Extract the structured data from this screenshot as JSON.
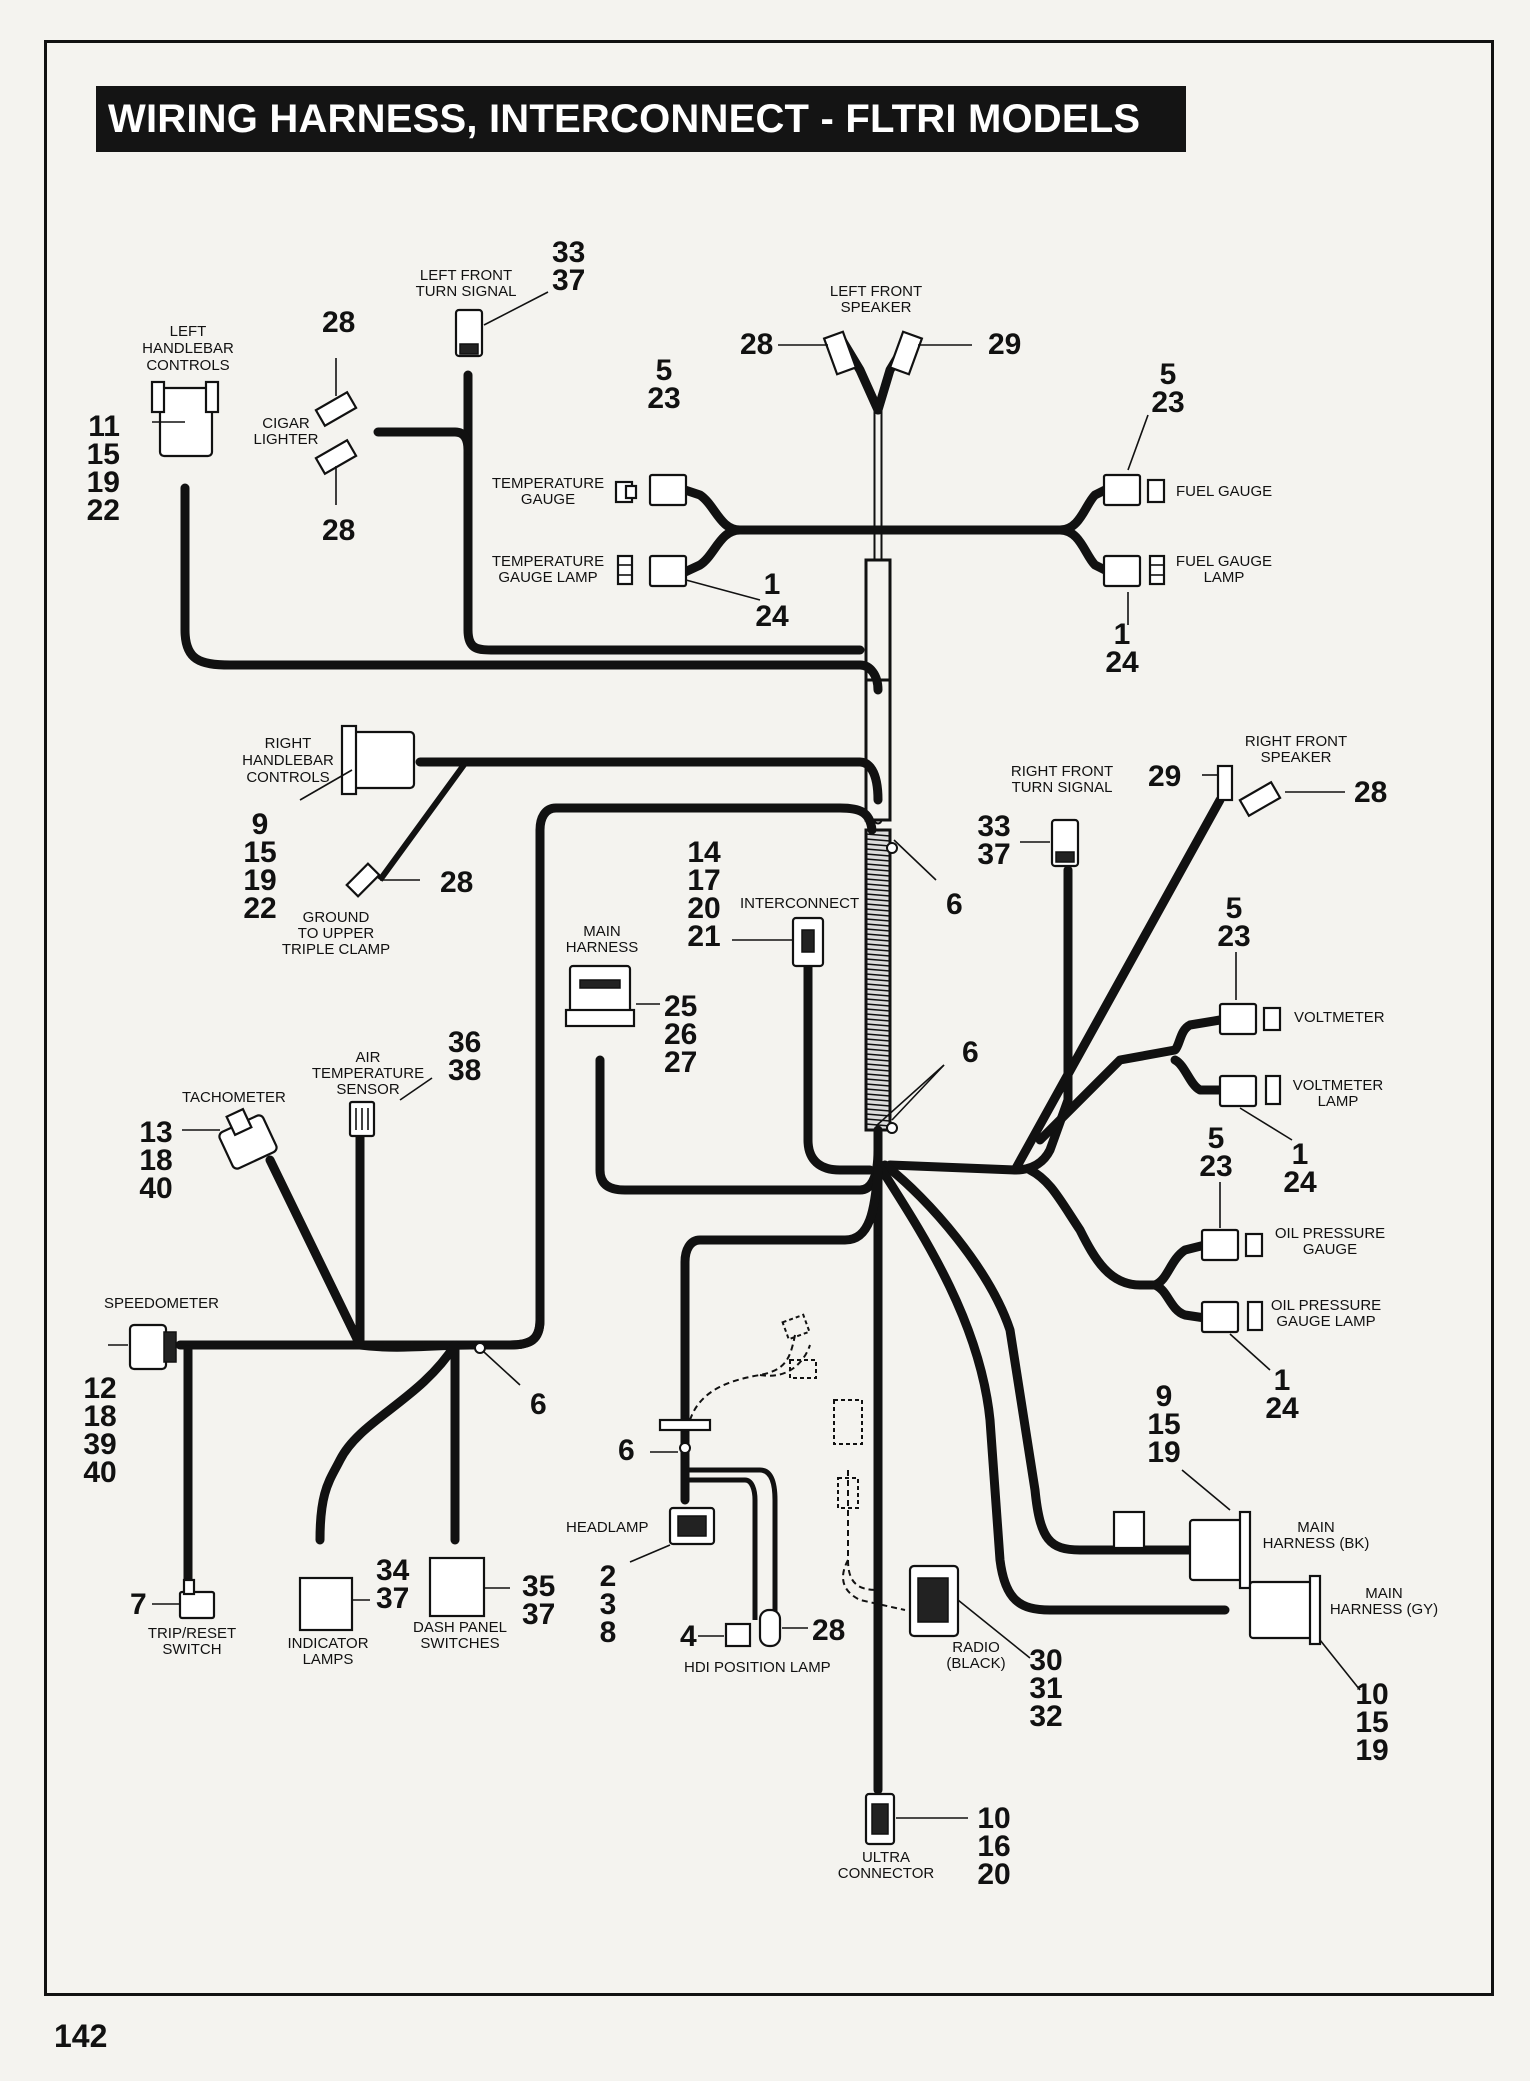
{
  "title": "WIRING HARNESS, INTERCONNECT - FLTRI MODELS",
  "page_number": "142",
  "labels": {
    "left_front_turn_signal": [
      "LEFT FRONT",
      "TURN SIGNAL"
    ],
    "left_front_turn_signal_nums": [
      "33",
      "37"
    ],
    "left_handlebar_controls": [
      "LEFT",
      "HANDLEBAR",
      "CONTROLS"
    ],
    "left_handlebar_nums": [
      "11",
      "15",
      "19",
      "22"
    ],
    "cigar_lighter": [
      "CIGAR",
      "LIGHTER"
    ],
    "cigar_top_num": "28",
    "cigar_bottom_num": "28",
    "left_front_speaker": [
      "LEFT FRONT",
      "SPEAKER"
    ],
    "left_speaker_left_num": "28",
    "left_speaker_right_num": "29",
    "temp_gauge_nums": [
      "5",
      "23"
    ],
    "temperature_gauge": [
      "TEMPERATURE",
      "GAUGE"
    ],
    "temperature_gauge_lamp": [
      "TEMPERATURE",
      "GAUGE LAMP"
    ],
    "temp_lamp_nums": [
      "1",
      "24"
    ],
    "fuel_gauge_nums": [
      "5",
      "23"
    ],
    "fuel_gauge": "FUEL GAUGE",
    "fuel_gauge_lamp": [
      "FUEL GAUGE",
      "LAMP"
    ],
    "fuel_lamp_nums": [
      "1",
      "24"
    ],
    "right_handlebar_controls": [
      "RIGHT",
      "HANDLEBAR",
      "CONTROLS"
    ],
    "right_handlebar_nums": [
      "9",
      "15",
      "19",
      "22"
    ],
    "ground": [
      "GROUND",
      "TO UPPER",
      "TRIPLE CLAMP"
    ],
    "ground_num": "28",
    "interconnect_nums": [
      "14",
      "17",
      "20",
      "21"
    ],
    "interconnect": "INTERCONNECT",
    "main_harness": [
      "MAIN",
      "HARNESS"
    ],
    "main_harness_nums": [
      "25",
      "26",
      "27"
    ],
    "clip_num_upper": "6",
    "clip_num_mid": "6",
    "clip_num_left": "6",
    "clip_num_headlamp": "6",
    "right_front_turn_signal": [
      "RIGHT FRONT",
      "TURN SIGNAL"
    ],
    "right_front_turn_signal_nums": [
      "33",
      "37"
    ],
    "right_front_speaker": [
      "RIGHT FRONT",
      "SPEAKER"
    ],
    "right_speaker_left_num": "29",
    "right_speaker_right_num": "28",
    "voltmeter_nums": [
      "5",
      "23"
    ],
    "voltmeter": "VOLTMETER",
    "voltmeter_lamp": [
      "VOLTMETER",
      "LAMP"
    ],
    "voltmeter_lamp_nums": [
      "1",
      "24"
    ],
    "oil_nums": [
      "5",
      "23"
    ],
    "oil_pressure_gauge": [
      "OIL PRESSURE",
      "GAUGE"
    ],
    "oil_pressure_gauge_lamp": [
      "OIL PRESSURE",
      "GAUGE LAMP"
    ],
    "oil_lamp_nums": [
      "1",
      "24"
    ],
    "air_temp_sensor": [
      "AIR",
      "TEMPERATURE",
      "SENSOR"
    ],
    "air_temp_nums": [
      "36",
      "38"
    ],
    "tachometer": "TACHOMETER",
    "tachometer_nums": [
      "13",
      "18",
      "40"
    ],
    "speedometer": "SPEEDOMETER",
    "speedometer_nums": [
      "12",
      "18",
      "39",
      "40"
    ],
    "trip_reset_num": "7",
    "trip_reset_switch": [
      "TRIP/RESET",
      "SWITCH"
    ],
    "indicator_lamps": [
      "INDICATOR",
      "LAMPS"
    ],
    "indicator_nums": [
      "34",
      "37"
    ],
    "dash_panel_switches": [
      "DASH PANEL",
      "SWITCHES"
    ],
    "dash_nums": [
      "35",
      "37"
    ],
    "headlamp": "HEADLAMP",
    "headlamp_nums": [
      "2",
      "3",
      "8"
    ],
    "hdi_left_num": "4",
    "hdi_right_num": "28",
    "hdi_position_lamp": "HDI POSITION LAMP",
    "main_harness_bk_nums": [
      "9",
      "15",
      "19"
    ],
    "main_harness_bk": [
      "MAIN",
      "HARNESS (BK)"
    ],
    "main_harness_gy": [
      "MAIN",
      "HARNESS (GY)"
    ],
    "main_harness_gy_nums": [
      "10",
      "15",
      "19"
    ],
    "radio": [
      "RADIO",
      "(BLACK)"
    ],
    "radio_nums": [
      "30",
      "31",
      "32"
    ],
    "ultra_connector": [
      "ULTRA",
      "CONNECTOR"
    ],
    "ultra_nums": [
      "10",
      "16",
      "20"
    ]
  }
}
